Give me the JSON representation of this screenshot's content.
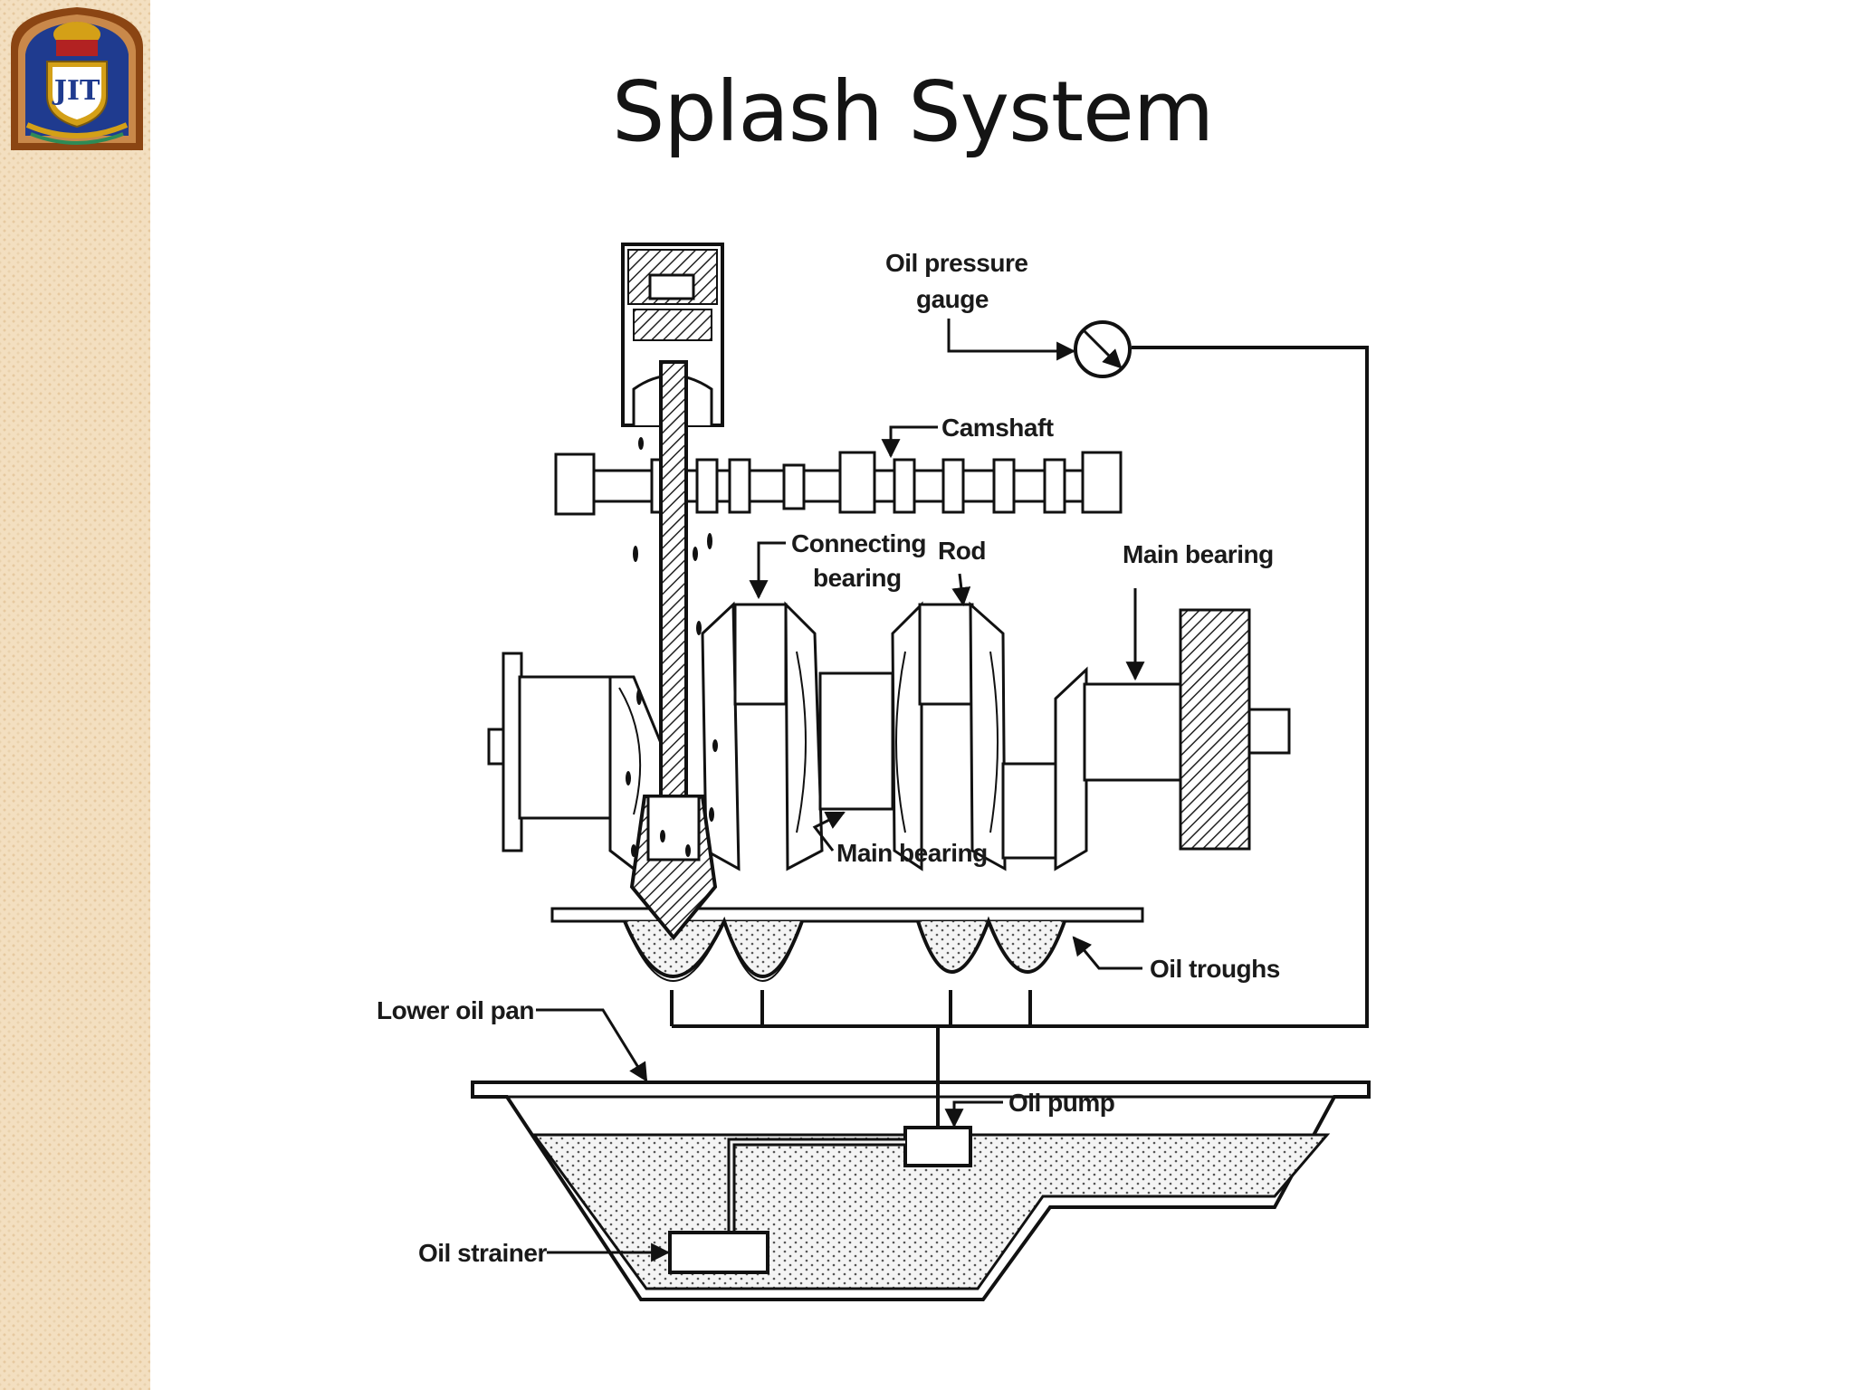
{
  "slide": {
    "title": "Splash System",
    "logo": {
      "text": "JIT",
      "colors": {
        "outer": "#8b4513",
        "shield": "#1f3b8f",
        "gold": "#d4a017",
        "red": "#b22222"
      }
    },
    "sidebar": {
      "color": "#f3dfc0"
    }
  },
  "diagram": {
    "labels": {
      "oil_pressure_gauge_line1": "Oil pressure",
      "oil_pressure_gauge_line2": "gauge",
      "camshaft": "Camshaft",
      "connecting_bearing_line1": "Connecting",
      "connecting_bearing_line2": "bearing",
      "rod": "Rod",
      "main_bearing_top": "Main bearing",
      "main_bearing_bottom": "Main bearing",
      "oil_troughs": "Oil troughs",
      "lower_oil_pan": "Lower oil pan",
      "oil_pump": "Oil pump",
      "oil_strainer": "Oil strainer"
    }
  }
}
